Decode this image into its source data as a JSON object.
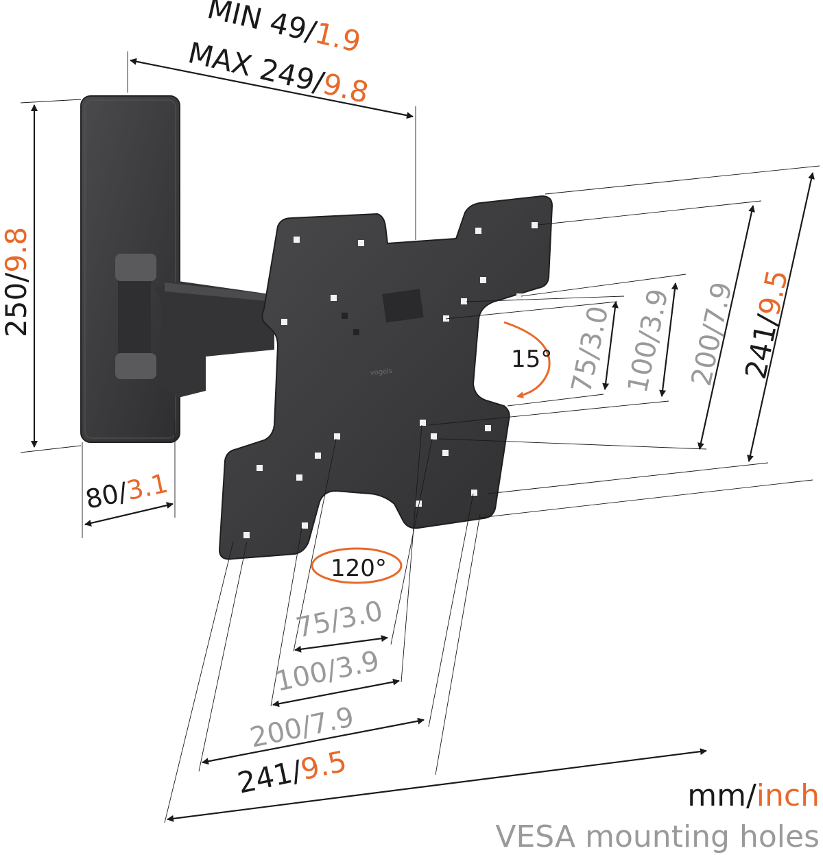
{
  "colors": {
    "accent": "#e8692a",
    "metal": "#3b3b3d",
    "grey_text": "#9a9a9a"
  },
  "dimensions": {
    "arm_min": {
      "mm": "MIN 49/",
      "inch": "1.9"
    },
    "arm_max": {
      "mm": "MAX 249/",
      "inch": "9.8"
    },
    "wallplate_height": {
      "mm": "250/",
      "inch": "9.8"
    },
    "wallplate_width": {
      "mm": "80/",
      "inch": "3.1"
    },
    "tilt": "15°",
    "swivel": "120°",
    "vesa_vertical": [
      {
        "mm": "75/",
        "inch": "3.0"
      },
      {
        "mm": "100/",
        "inch": "3.9"
      },
      {
        "mm": "200/",
        "inch": "7.9"
      },
      {
        "mm": "241/",
        "inch": "9.5"
      }
    ],
    "vesa_horizontal": [
      {
        "mm": "75/",
        "inch": "3.0"
      },
      {
        "mm": "100/",
        "inch": "3.9"
      },
      {
        "mm": "200/",
        "inch": "7.9"
      },
      {
        "mm": "241/",
        "inch": "9.5"
      }
    ]
  },
  "legend": {
    "unit_mm": "mm/",
    "unit_inch": "inch",
    "caption": "VESA mounting holes"
  },
  "logo": "vogels"
}
